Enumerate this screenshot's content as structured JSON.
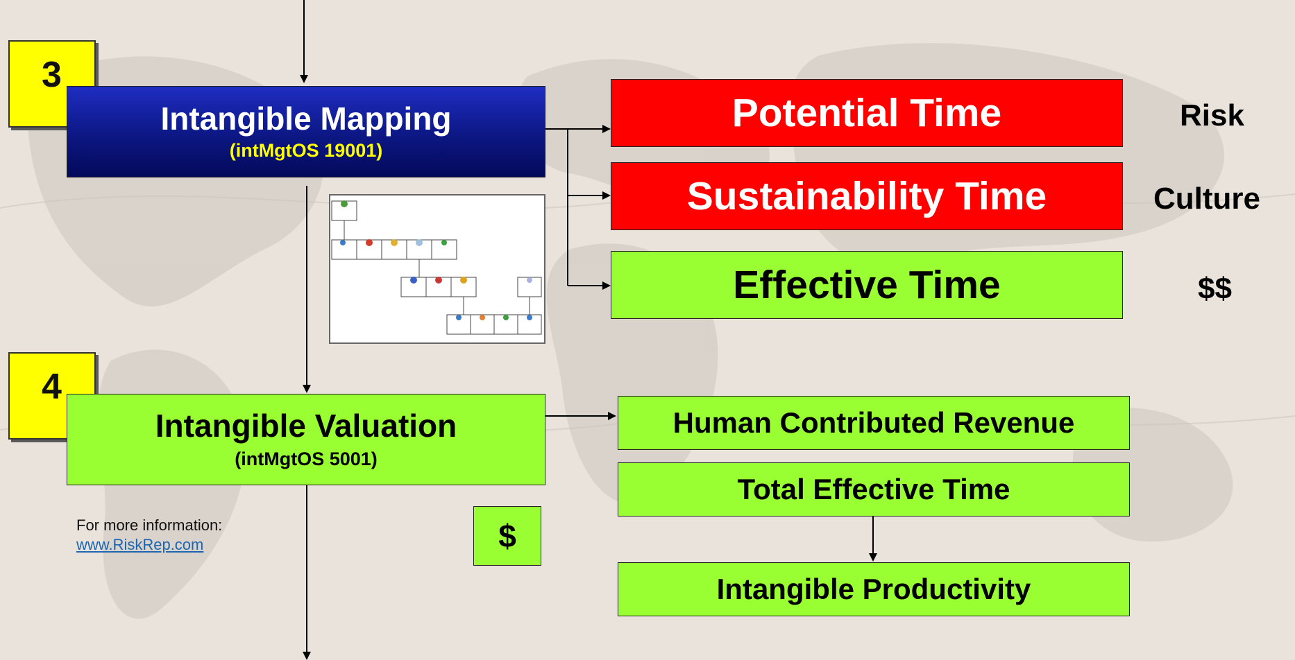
{
  "steps": [
    {
      "number": "3",
      "title": "Intangible Mapping",
      "subtitle": "(intMgtOS 19001)",
      "outputs": [
        {
          "label": "Potential Time",
          "side_label": "Risk",
          "color": "#ff0000"
        },
        {
          "label": "Sustainability Time",
          "side_label": "Culture",
          "color": "#ff0000"
        },
        {
          "label": "Effective Time",
          "side_label": "$$",
          "color": "#99ff33"
        }
      ]
    },
    {
      "number": "4",
      "title": "Intangible Valuation",
      "subtitle": "(intMgtOS 5001)",
      "outputs": [
        {
          "label": "Human Contributed Revenue"
        },
        {
          "label": "Total Effective Time"
        },
        {
          "label": "Intangible Productivity"
        }
      ],
      "badge": "$"
    }
  ],
  "info": {
    "text": "For more information:",
    "link": "www.RiskRep.com"
  },
  "colors": {
    "navy": "#0c1783",
    "red": "#ff0000",
    "green": "#99ff33",
    "yellow": "#ffff00"
  }
}
